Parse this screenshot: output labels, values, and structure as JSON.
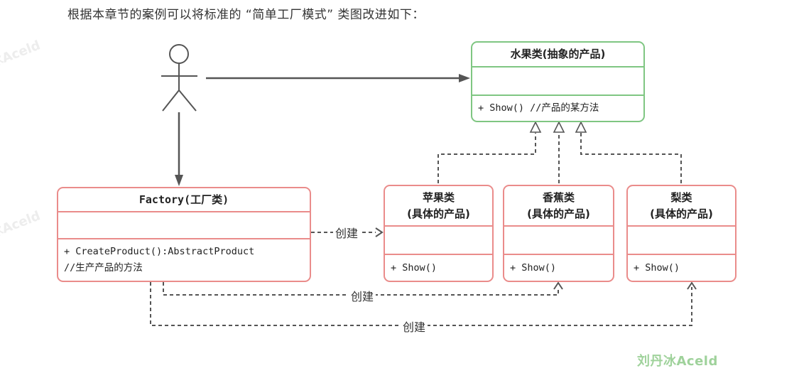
{
  "page": {
    "title": "根据本章节的案例可以将标准的 “简单工厂模式” 类图改进如下：",
    "brand_watermark": "刘丹冰Aceld",
    "background_watermark": "冰Aceld"
  },
  "colors": {
    "abstract_class_border": "#7fc682",
    "concrete_class_border": "#ea8c8b",
    "connector_line": "#555555",
    "brand_watermark_text": "#9fd29b"
  },
  "classes": {
    "fruit": {
      "title": "水果类(抽象的产品)",
      "methods": [
        "+ Show() //产品的某方法"
      ]
    },
    "factory": {
      "title": "Factory(工厂类)",
      "methods": [
        "+ CreateProduct():AbstractProduct",
        "//生产产品的方法"
      ]
    },
    "apple": {
      "title_line1": "苹果类",
      "title_line2": "(具体的产品)",
      "methods": [
        "+ Show()"
      ]
    },
    "banana": {
      "title_line1": "香蕉类",
      "title_line2": "(具体的产品)",
      "methods": [
        "+ Show()"
      ]
    },
    "pear": {
      "title_line1": "梨类",
      "title_line2": "(具体的产品)",
      "methods": [
        "+ Show()"
      ]
    }
  },
  "edges": {
    "create_labels": [
      "创建",
      "创建",
      "创建"
    ]
  }
}
